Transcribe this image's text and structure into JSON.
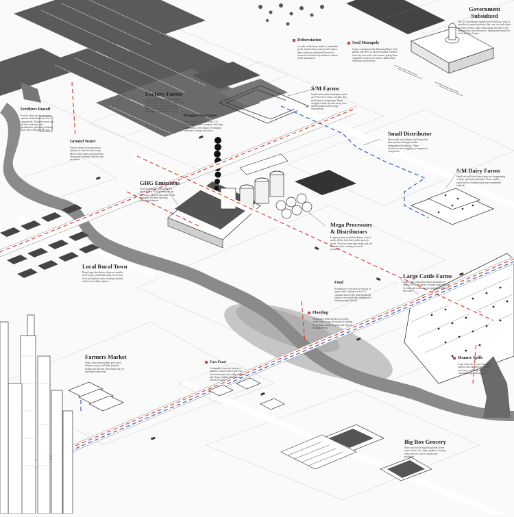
{
  "diagram": {
    "colors": {
      "background": "#fafafa",
      "river": "#8a8a8a",
      "flood": "#b8b8b8",
      "road": "#ffffff",
      "route_red": "#e23a2a",
      "route_blue": "#2f58c8",
      "ink": "#222222"
    },
    "annotations": {
      "government_subsidized": {
        "title": "Government\nSubsidized",
        "body": "The U.S government spends over $5 billion a year in subsidies to animal products like corn, soy and wheat. Because of these, large corporations are able to sell their products at lower prices, limiting the market for small and local farms."
      },
      "deforestation": {
        "title": "Deforestation",
        "body": "In order to find more land for sustainable profit, farmers down forests and replace them with more farmland. Forest loss means less biodiversity and more carbon in the atmosphere."
      },
      "seed_monopoly": {
        "title": "Seed Monopoly",
        "body": "Large corporations like Monsanto/Bayer hold patents over 80% of the seed market. Farmers must buy new seeds each season, giving these companies control over what is planted and reducing crop diversity."
      },
      "factory_farms": {
        "title": "Factory Farms",
        "body": "Large factory farms make up 80% of farm land, yet they produce only a small share of food. Factory farms use intensive practices that cause soil degradation and biodiversity loss."
      },
      "fertilizer_runoff": {
        "title": "Fertilizer Runoff",
        "body": "Factory farms use an excessive amount of fertilizer to produce crop growth. These fertilizers run off into waterways and groundwater, poisoning drinking water and creating dead zones."
      },
      "sm_farms": {
        "title": "S/M Farms",
        "body": "Small and medium sized farms make up 37% of U.S. farms, but they face much harder competition. Many struggle to keep up with rising costs and are pushed out by large corporations."
      },
      "disappearing_farms": {
        "title": "Disappearing Farms",
        "body": "Small farms are closing in the U.S. because they cannot compete with large corporations. The amount of farmland continues to shrink each year."
      },
      "ground_water": {
        "title": "Ground Water",
        "body": "Factory farms use an enormous amount of water for their crops. Most of this water seeps back into the ground carrying fertilizers and pesticides."
      },
      "small_distributor": {
        "title": "Small Distributor",
        "body": "Most small and medium sized farms sell their products through smaller, independent distributors. These distributors are struggling to keep prices competitive."
      },
      "ghg_emissions": {
        "title": "GHG Emissions",
        "body": "Food systems are responsible for about a third of all greenhouse gas emissions. Most of this comes from livestock, fertilizer and long transport distances."
      },
      "sm_dairy_farms": {
        "title": "S/M Dairy Farms",
        "body": "Small and mid sized dairy farms are disappearing as large operations dominate. These smaller farms practice healthier and more sustainable methods."
      },
      "mega_processors": {
        "title": "Mega Processors\n& Distributors",
        "body": "Large processors and distributors control nearly all the food that reaches grocery stores. They buy from large farms and sell to chain stores, cutting out small producers."
      },
      "local_rural_town": {
        "title": "Local Rural Town",
        "body": "Many large distributors skip over smaller local towns, which then must rely on fast food and big box stores, leaving residents with fewer healthy options."
      },
      "food": {
        "title": "Food",
        "body": "A majority of corn and soy end up as animal feed. Animals in the U.S. consume most of the grain produced, which is very inefficient compared to feeding people directly."
      },
      "large_cattle_farms": {
        "title": "Large Cattle Farms",
        "body": "Large cattle operations house thousands of animals in small spaces, creating huge amounts of waste and requiring vast quantities of feed and water."
      },
      "flooding": {
        "title": "Flooding",
        "body": "Overgrazed fields and loss of forests cause water to run off instead of soaking in, leading to more frequent and intense flooding events."
      },
      "farmers_market": {
        "title": "Farmers Market",
        "body": "Direct from farm markets give small farmers a way to sell their produce locally, but they are often found only in wealthier urban areas."
      },
      "fast_food": {
        "title": "Fast Food",
        "body": "Commodity crops are used in a majority of processed foods. Fast food restaurants are widely available and cheap, making them an easy choice for many."
      },
      "manure_spills": {
        "title": "Manure Spills",
        "body": "Large cattle farms store manure in lagoons that can spill into nearby waterways, polluting rivers and contaminating drinking water."
      },
      "big_box_grocery": {
        "title": "Big Box Grocery",
        "body": "Most food sold at big box grocery stores comes from a few large suppliers, leaving little room for local or small scale producers."
      }
    }
  }
}
